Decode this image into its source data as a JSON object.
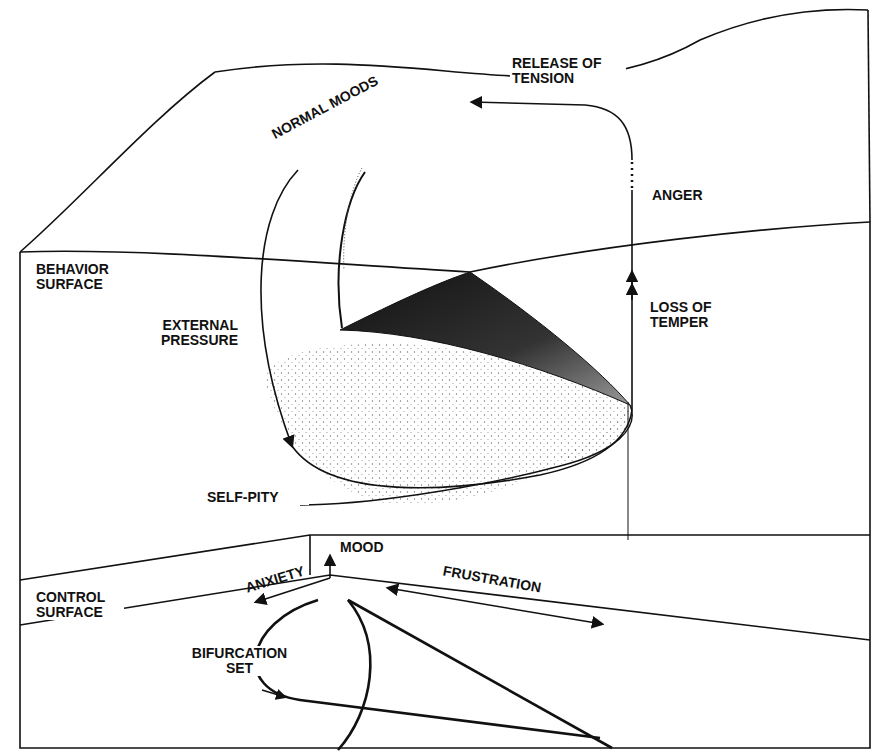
{
  "diagram": {
    "labels": [
      "RELEASE OF TENSION",
      "NORMAL MOODS",
      "ANGER",
      "BEHAVIOR SURFACE",
      "EXTERNAL PRESSURE",
      "LOSS OF TEMPER",
      "SELF-PITY",
      "MOOD",
      "CONTROL SURFACE",
      "ANXIETY",
      "FRUSTRATION",
      "BIFURCATION SET"
    ]
  }
}
